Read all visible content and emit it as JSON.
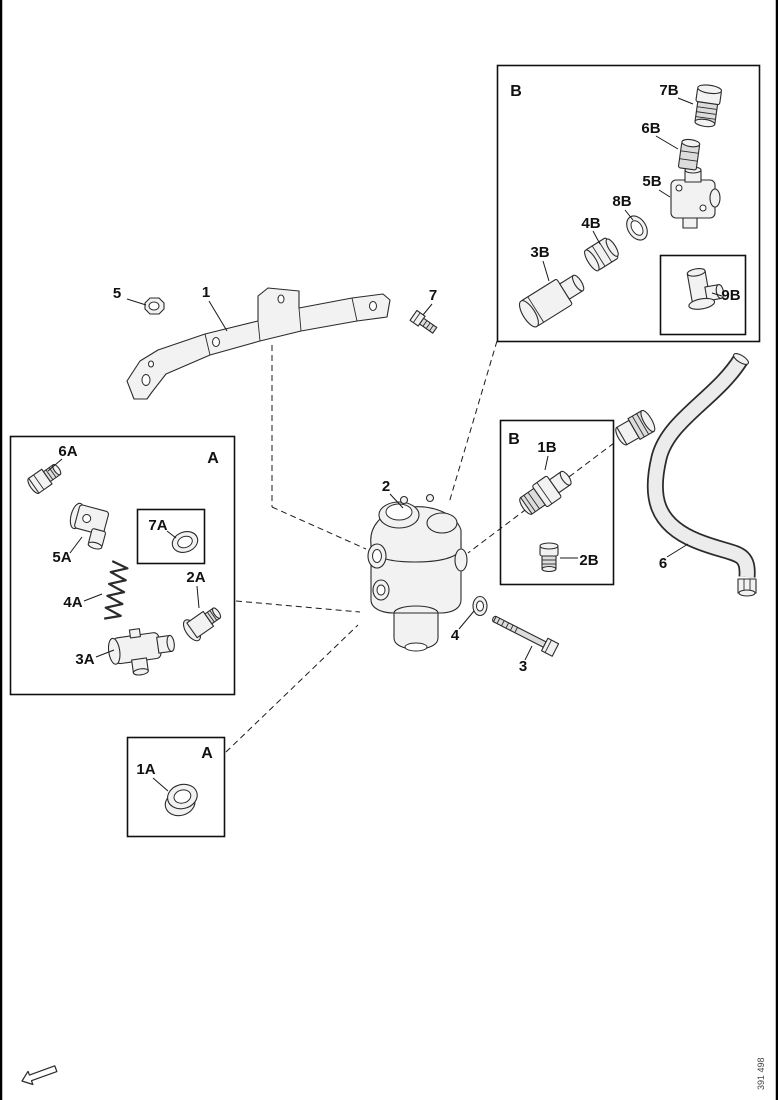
{
  "figure": {
    "number": "391 498"
  },
  "boxes": {
    "detail_b_top": {
      "label": "B"
    },
    "detail_a_left": {
      "label": "A"
    },
    "detail_b_mid": {
      "label": "B"
    },
    "detail_a_bottom": {
      "label": "A"
    }
  },
  "callouts": {
    "n1": "1",
    "n2": "2",
    "n3": "3",
    "n4": "4",
    "n5": "5",
    "n6": "6",
    "n7": "7",
    "a1": "1A",
    "a2": "2A",
    "a3": "3A",
    "a4": "4A",
    "a5": "5A",
    "a6": "6A",
    "a7": "7A",
    "b1": "1B",
    "b2": "2B",
    "b3": "3B",
    "b4": "4B",
    "b5": "5B",
    "b6": "6B",
    "b7": "7B",
    "b8": "8B",
    "b9": "9B"
  }
}
